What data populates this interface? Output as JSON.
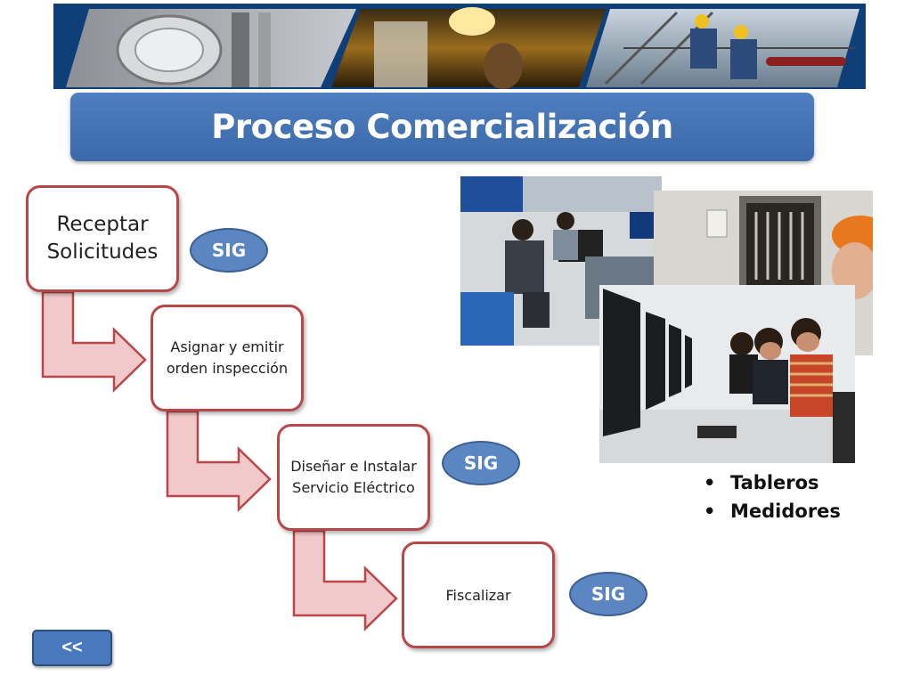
{
  "title": "Proceso Comercialización",
  "steps": [
    {
      "label": "Receptar Solicitudes"
    },
    {
      "label": "Asignar y emitir orden inspección"
    },
    {
      "label": "Diseñar e Instalar Servicio Eléctrico"
    },
    {
      "label": "Fiscalizar"
    }
  ],
  "sig_badges": [
    "SIG",
    "SIG",
    "SIG"
  ],
  "bullets": [
    "Tableros",
    "Medidores"
  ],
  "back_button": "<<",
  "colors": {
    "title_bar": "#4a78bd",
    "step_border": "#b84848",
    "arrow_fill": "#f2c9ca",
    "arrow_stroke": "#b84848",
    "sig_fill": "#5b86c2"
  }
}
